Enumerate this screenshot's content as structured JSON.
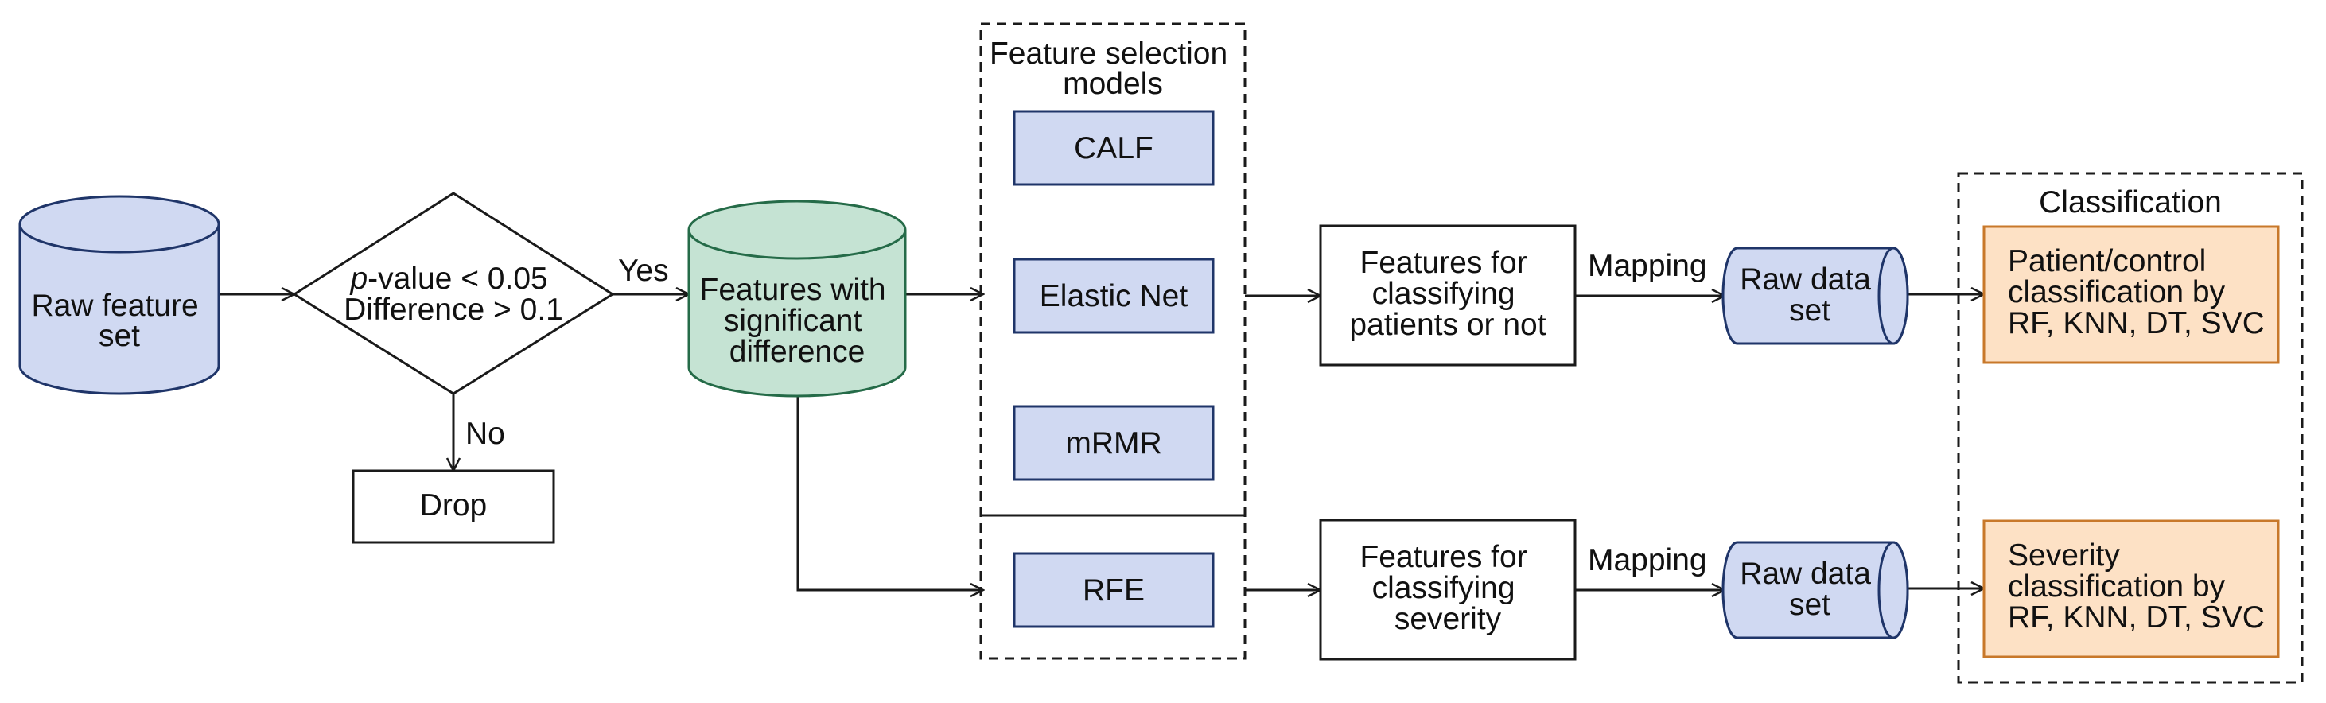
{
  "colors": {
    "stroke": "#1a1a1a",
    "blue_fill": "#d0d9f2",
    "blue_stroke": "#1f3569",
    "green_fill": "#c5e3d3",
    "green_stroke": "#256b48",
    "orange_fill": "#fde1c5",
    "orange_stroke": "#c8782a"
  },
  "nodes": {
    "raw_feature_set": {
      "line1": "Raw feature",
      "line2": "set"
    },
    "decision": {
      "p_italic": "p",
      "line1_rest": "-value < 0.05",
      "line2": "Difference > 0.1"
    },
    "drop": {
      "label": "Drop"
    },
    "significant": {
      "line1": "Features with",
      "line2": "significant",
      "line3": "difference"
    },
    "calf": {
      "label": "CALF"
    },
    "elastic_net": {
      "label": "Elastic Net"
    },
    "mrmr": {
      "label": "mRMR"
    },
    "rfe": {
      "label": "RFE"
    },
    "features_patients": {
      "line1": "Features for",
      "line2": "classifying",
      "line3": "patients or not"
    },
    "features_severity": {
      "line1": "Features for",
      "line2": "classifying",
      "line3": "severity"
    },
    "raw_data_top": {
      "line1": "Raw data",
      "line2": "set"
    },
    "raw_data_bottom": {
      "line1": "Raw data",
      "line2": "set"
    },
    "patient_classification": {
      "line1": "Patient/control",
      "line2": "classification by",
      "line3": "RF, KNN, DT, SVC"
    },
    "severity_classification": {
      "line1": "Severity",
      "line2": "classification by",
      "line3": "RF, KNN, DT, SVC"
    }
  },
  "groups": {
    "feature_selection": {
      "line1": "Feature selection",
      "line2": "models"
    },
    "classification": {
      "title": "Classification"
    }
  },
  "edges": {
    "yes": "Yes",
    "no": "No",
    "mapping_top": "Mapping",
    "mapping_bottom": "Mapping"
  }
}
